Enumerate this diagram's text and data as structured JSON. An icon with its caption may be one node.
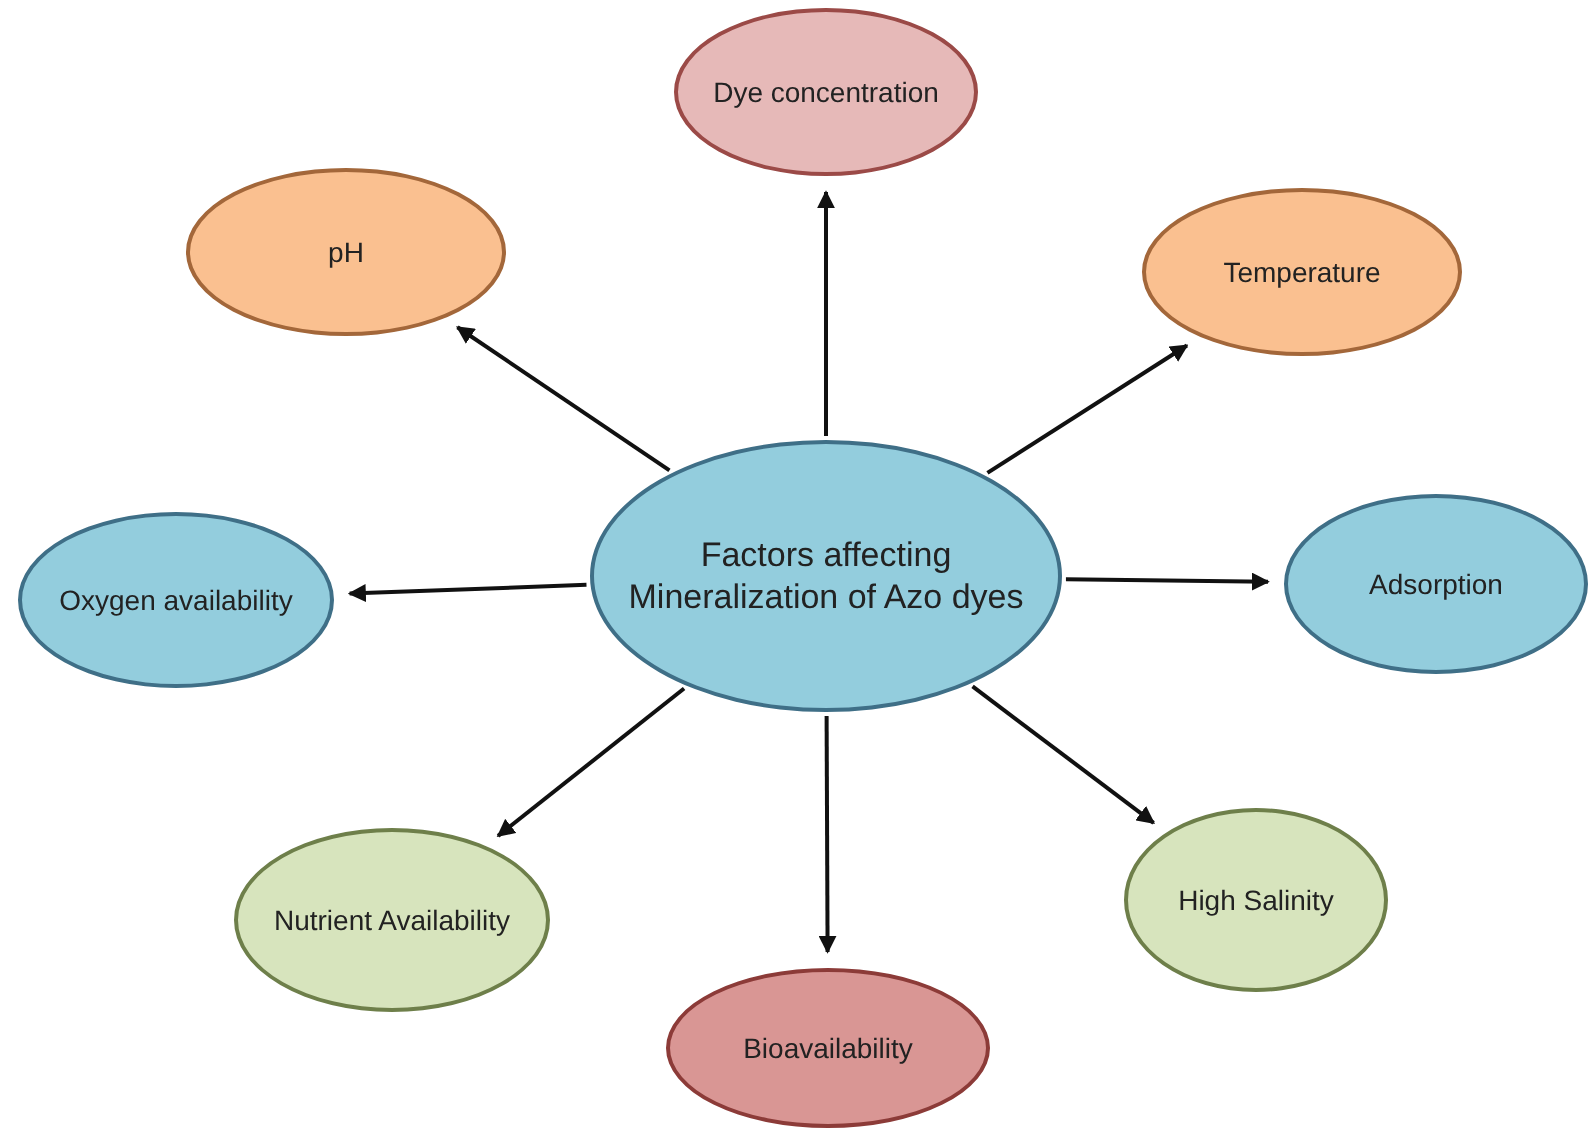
{
  "diagram": {
    "nodes": [
      {
        "text": [
          "Dye concentration"
        ]
      },
      {
        "text": [
          "pH"
        ]
      },
      {
        "text": [
          "Temperature"
        ]
      },
      {
        "text": [
          "Oxygen availability"
        ]
      },
      {
        "text": [
          "Factors affecting Mineralization of Azo dyes"
        ]
      },
      {
        "text": [
          "Adsorption"
        ]
      },
      {
        "text": [
          "Nutrient Availability"
        ]
      },
      {
        "text": [
          "High Salinity"
        ]
      },
      {
        "text": [
          "Bioavailability"
        ]
      }
    ],
    "edges": [
      {
        "from": 4,
        "to": 0,
        "arrow": "to"
      },
      {
        "from": 4,
        "to": 1,
        "arrow": "to"
      },
      {
        "from": 4,
        "to": 2,
        "arrow": "to"
      },
      {
        "from": 4,
        "to": 3,
        "arrow": "to"
      },
      {
        "from": 4,
        "to": 5,
        "arrow": "to"
      },
      {
        "from": 4,
        "to": 6,
        "arrow": "to"
      },
      {
        "from": 4,
        "to": 7,
        "arrow": "to"
      },
      {
        "from": 4,
        "to": 8,
        "arrow": "to"
      }
    ]
  }
}
